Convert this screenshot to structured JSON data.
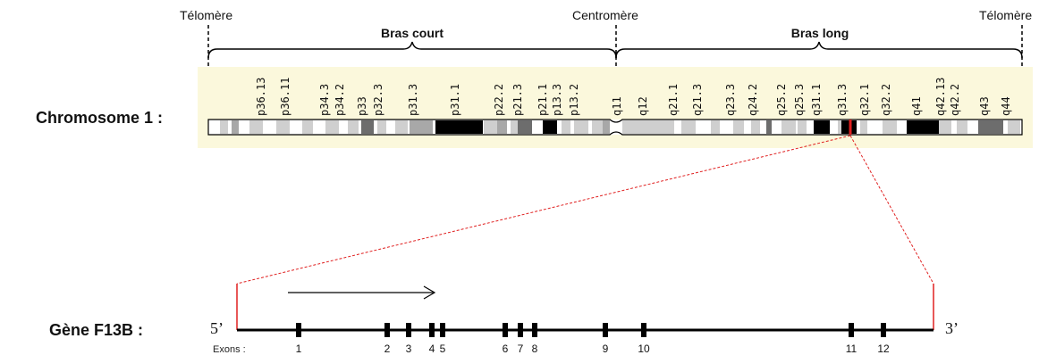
{
  "labels": {
    "chromosome": "Chromosome 1 :",
    "gene": "Gène F13B :",
    "telomere_left": "Télomère",
    "telomere_right": "Télomère",
    "centromere": "Centromère",
    "short_arm": "Bras court",
    "long_arm": "Bras long",
    "five_prime": "5’",
    "three_prime": "3’",
    "exons": "Exons :"
  },
  "colors": {
    "band_panel": "#fbf8dc",
    "highlight_red": "#e02020",
    "black": "#000000",
    "gray_dark": "#6d6d6d",
    "gray_mid": "#a8a8a8",
    "gray_light": "#cfcfcf"
  },
  "bands": [
    "p36.13",
    "p36.11",
    "p34.3",
    "p34.2",
    "p33",
    "p32.3",
    "p31.3",
    "p31.1",
    "p22.2",
    "p21.3",
    "p21.1",
    "p13.3",
    "p13.2",
    "q11",
    "q12",
    "q21.1",
    "q21.3",
    "q23.3",
    "q24.2",
    "q25.2",
    "q25.3",
    "q31.1",
    "q31.3",
    "q32.1",
    "q32.2",
    "q41",
    "q42.13",
    "q42.2",
    "q43",
    "q44"
  ],
  "exons": [
    "1",
    "2",
    "3",
    "4",
    "5",
    "6",
    "7",
    "8",
    "9",
    "10",
    "11",
    "12"
  ],
  "transcription_direction": "5' to 3' (left to right)"
}
